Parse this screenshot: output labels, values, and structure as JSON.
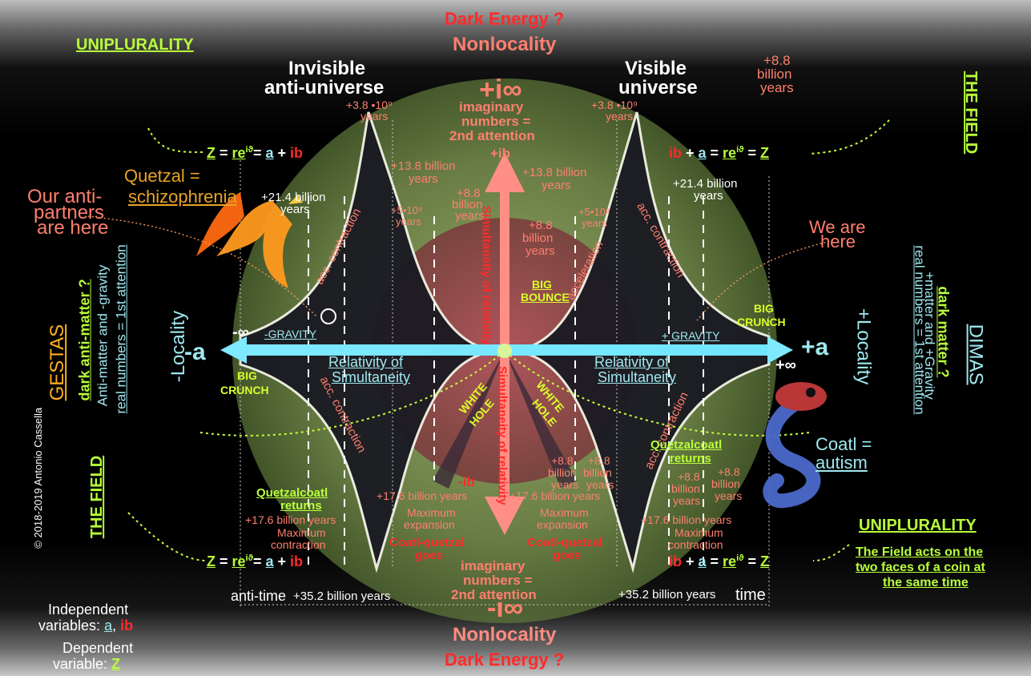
{
  "top": {
    "dark_energy": "Dark Energy ?",
    "nonlocality": "Nonlocality"
  },
  "bottom": {
    "nonlocality": "Nonlocality",
    "dark_energy": "Dark Energy ?"
  },
  "left_panel": {
    "uniplurality": "UNIPLURALITY",
    "invisible_1": "Invisible",
    "invisible_2": "anti-universe",
    "quetzal_1": "Quetzal =",
    "quetzal_2": "schizophrenia",
    "partners_1": "Our anti-",
    "partners_2": "partners",
    "partners_3": "are here",
    "gestas": "GESTAS",
    "dark_anti_matter": "dark anti-matter ?",
    "anti_matter": "Anti-matter and -gravity",
    "real_numbers": "real numbers = 1st attention",
    "locality": "-Locality",
    "the_field": "THE FIELD",
    "copyright": "© 2018-2019  Antonio Cassella",
    "independent_1": "Independent",
    "independent_2": "variables:",
    "var_a": "a",
    "var_comma": ",",
    "var_ib": "ib",
    "dependent_1": "Dependent",
    "dependent_2": "variable:",
    "var_z": "Z"
  },
  "right_panel": {
    "visible_1": "Visible",
    "visible_2": "universe",
    "billion_88_1": "+8.8",
    "billion_88_2": "billion",
    "billion_88_3": "years",
    "the_field": "THE FIELD",
    "we_are_1": "We are",
    "we_are_2": "here",
    "dimas": "DIMAS",
    "dark_matter": "dark matter ?",
    "matter": "+matter and +Gravity",
    "real_numbers": "real numbers = 1st attention",
    "locality": "+Locality",
    "coatl_1": "Coatl =",
    "coatl_2": "autism",
    "uniplurality": "UNIPLURALITY",
    "field_acts_1": "The Field acts on the",
    "field_acts_2": "two faces of a coin at",
    "field_acts_3": "the same time"
  },
  "axes": {
    "plus_i_inf": "+i∞",
    "minus_i_inf": "-i∞",
    "minus_a": "-a",
    "plus_a": "+a",
    "minus_inf": "-∞",
    "plus_inf": "+∞",
    "plus_ib": "+ib",
    "minus_ib": "-ib",
    "imaginary_1": "imaginary",
    "imaginary_2": "numbers =",
    "imaginary_3": "2nd attention",
    "anti_time": "anti-time",
    "time": "time"
  },
  "formulas": {
    "left_top": [
      "Z",
      " = ",
      "re",
      "iϑ",
      "= ",
      "a",
      " + ",
      "ib"
    ],
    "right_top": [
      "ib",
      " + ",
      "a",
      " = ",
      "re",
      "iϑ",
      " = ",
      "Z"
    ]
  },
  "labels": {
    "b38_l_1": "+3.8 •10⁹",
    "b38_l_2": "years",
    "b38_r_1": "+3.8 •10⁹",
    "b38_r_2": "years",
    "b138_l_1": "+13.8 billion",
    "b138_l_2": "years",
    "b138_r_1": "+13.8 billion",
    "b138_r_2": "years",
    "b214_l_1": "+21.4 billion",
    "b214_l_2": "years",
    "b214_r_1": "+21.4 billion",
    "b214_r_2": "years",
    "b88c_1": "+8.8",
    "b88c_2": "billion",
    "b88c_3": "years",
    "b88c2_1": "+8.8",
    "b88c2_2": "billion",
    "b88c2_3": "years",
    "b5_l_1": "+5•10⁹",
    "b5_l_2": "years",
    "b5_r_1": "+5•10⁹",
    "b5_r_2": "years",
    "acc_contraction": "acc. contraction",
    "acceleration": "acceleration",
    "simultaneity": "Simultaneity of relativity",
    "big_bounce_1": "BIG",
    "big_bounce_2": "BOUNCE",
    "gravity_l": "-GRAVITY",
    "gravity_r": "+ GRAVITY",
    "rel_1": "Relativity of",
    "rel_2": "Simultaneity",
    "big_crunch_1": "BIG",
    "big_crunch_2": "CRUNCH",
    "white": "WHITE",
    "hole": "HOLE",
    "quetzalcoatl_1": "Quetzalcoatl",
    "quetzalcoatl_2": "returns",
    "b176": "+17.6 billion years",
    "max_exp_1": "Maximum",
    "max_exp_2": "expansion",
    "max_con_1": "Maximum",
    "max_con_2": "contraction",
    "coatl_quetzal_1": "Coatl-quetzal",
    "coatl_quetzal_2": "goes",
    "b352": "+35.2 billion years",
    "b88_lo_1": "+8.8",
    "b88_lo_2": "billion",
    "b88_lo_3": "years"
  },
  "colors": {
    "red": "#ff2a2a",
    "salmon": "#ff7f6e",
    "lime": "#b8ff3a",
    "cyan": "#9fe8f0",
    "orange": "#e8a326"
  }
}
